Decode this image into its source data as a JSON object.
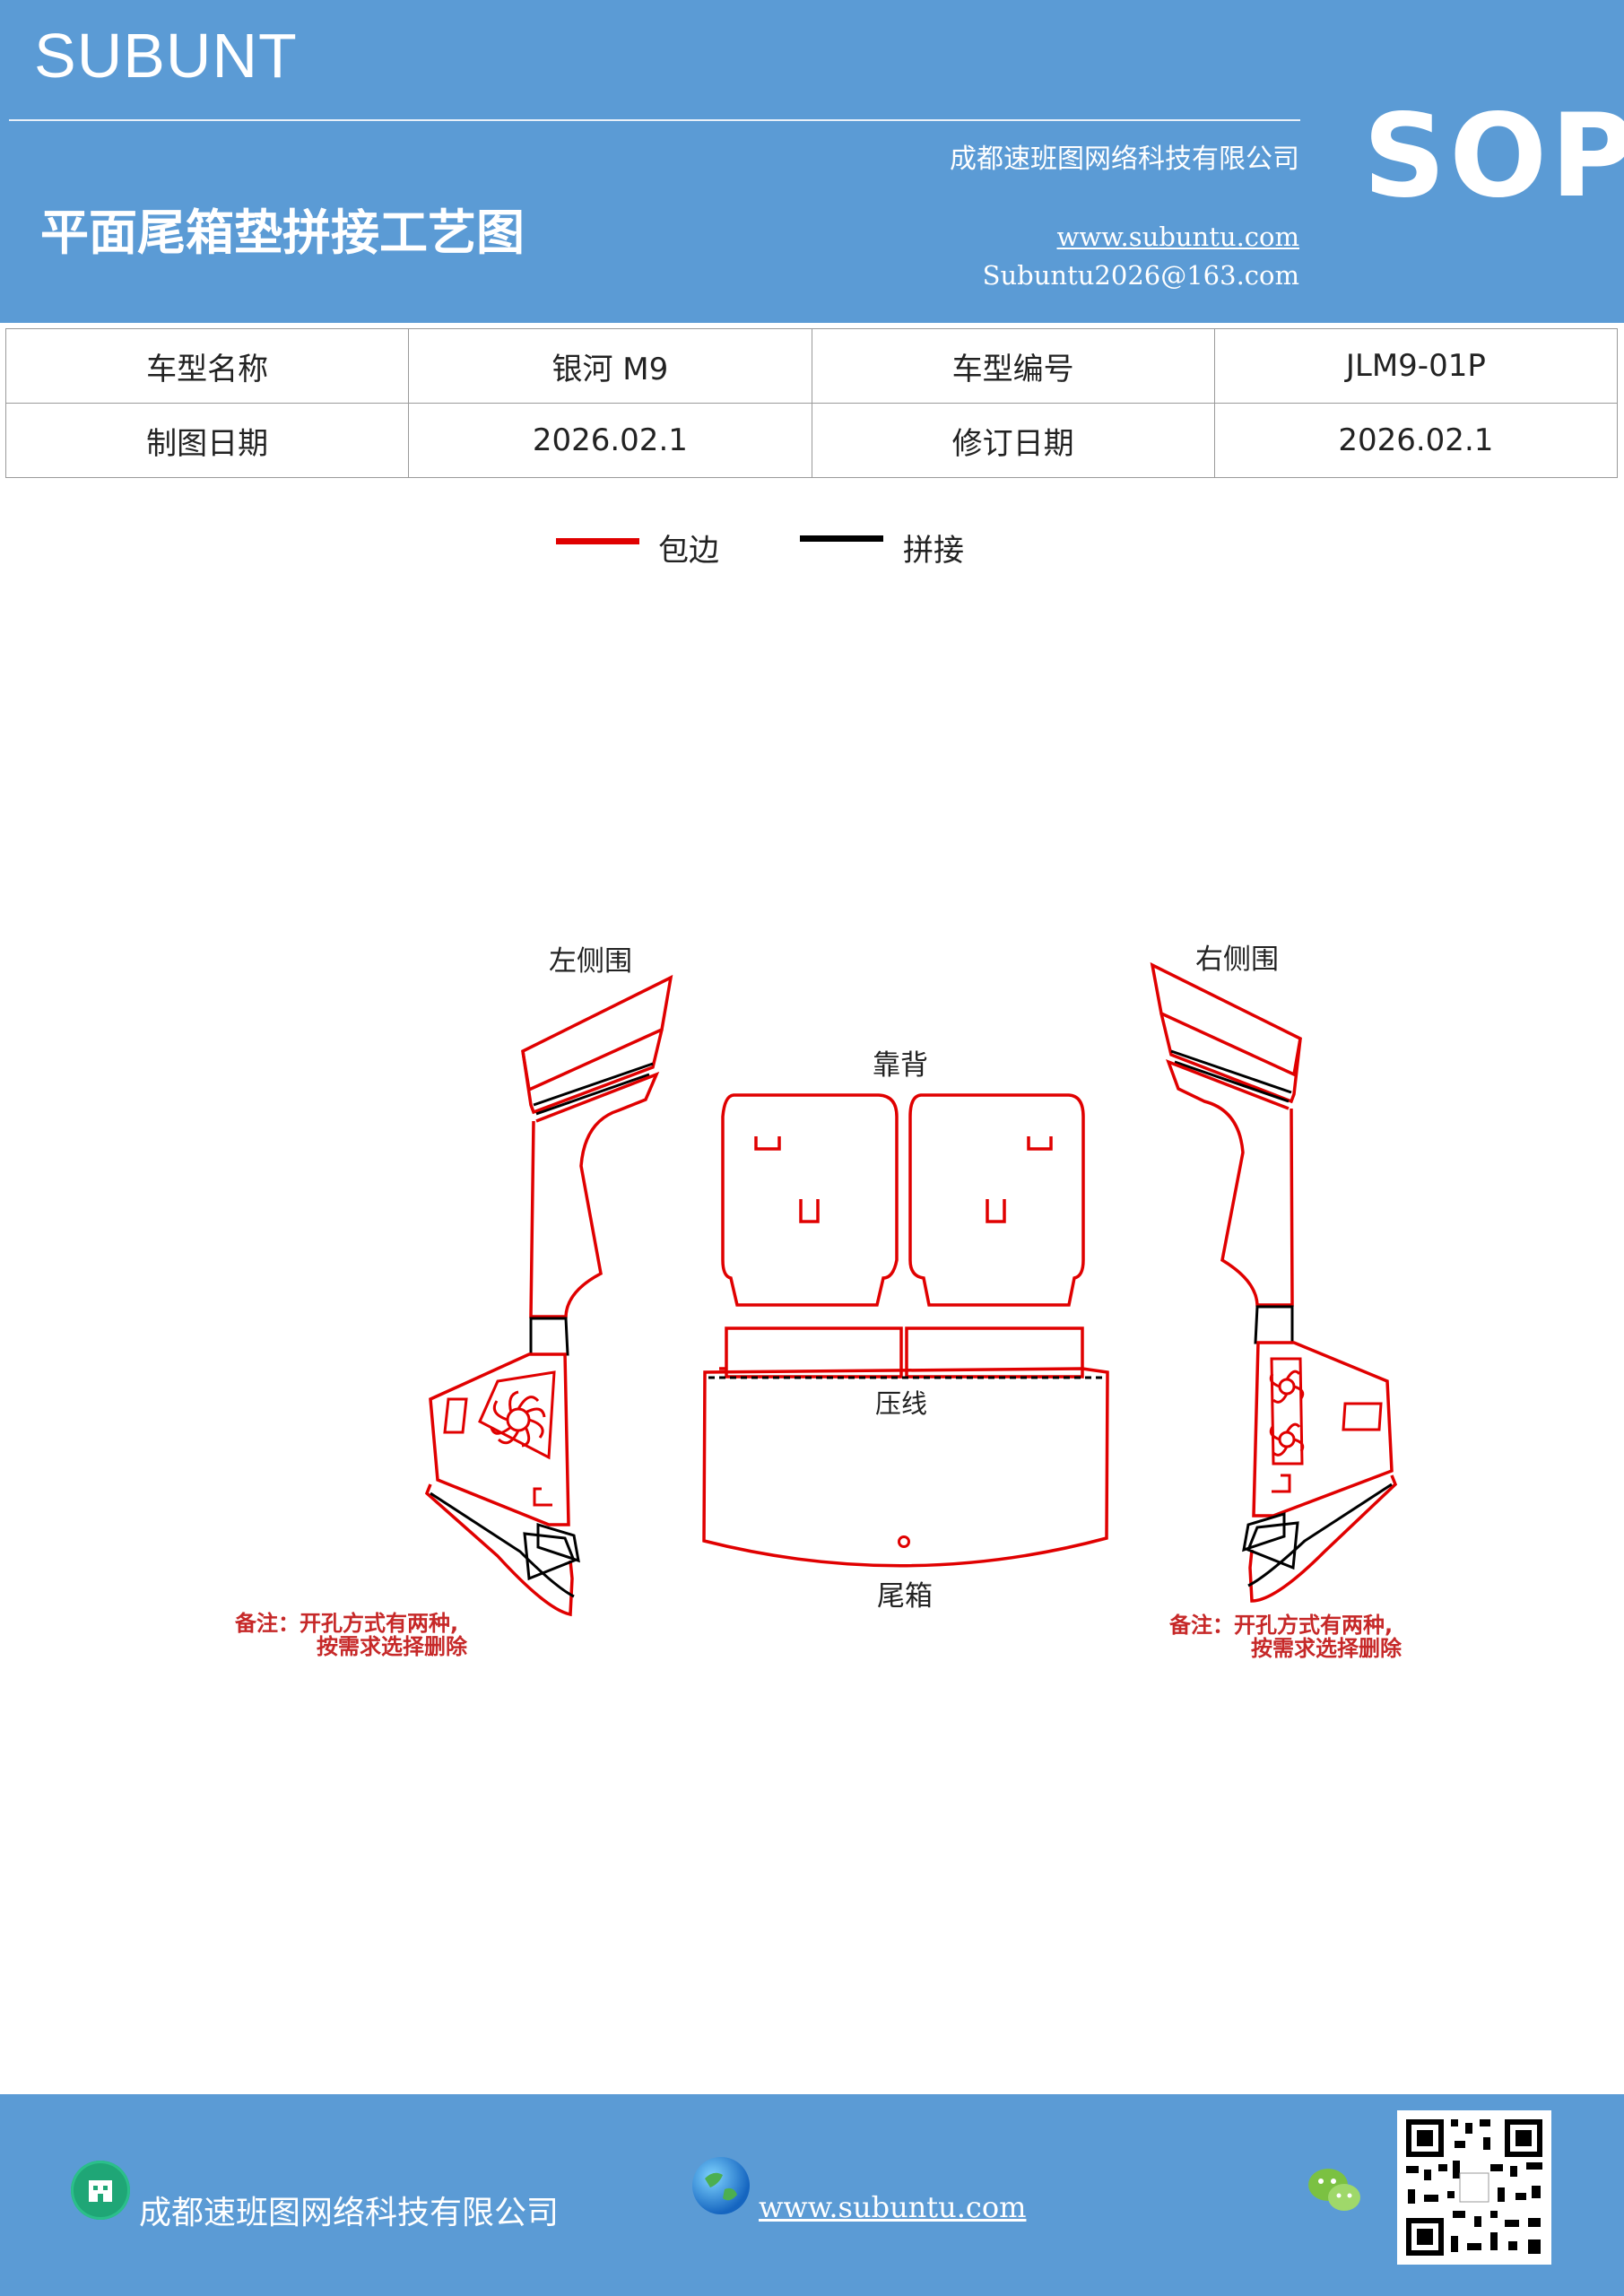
{
  "header": {
    "brand": "SUBUNT",
    "company": "成都速班图网络科技有限公司",
    "title": "平面尾箱垫拼接工艺图",
    "website": "www.subuntu.com",
    "email": "Subuntu2026@163.com",
    "badge": "SOP",
    "bg_color": "#5b9bd5"
  },
  "info_table": {
    "rows": [
      [
        "车型名称",
        "银河 M9",
        "车型编号",
        "JLM9-01P"
      ],
      [
        "制图日期",
        "2026.02.1",
        "修订日期",
        "2026.02.1"
      ]
    ]
  },
  "legend": [
    {
      "label": "包边",
      "color": "#e00000"
    },
    {
      "label": "拼接",
      "color": "#000000"
    }
  ],
  "diagram": {
    "labels": {
      "left_side": "左侧围",
      "right_side": "右侧围",
      "backrest": "靠背",
      "crease": "压线",
      "trunk": "尾箱"
    },
    "note_left": [
      "备注：开孔方式有两种,",
      "按需求选择删除"
    ],
    "note_right": [
      "备注：开孔方式有两种,",
      "按需求选择删除"
    ],
    "edge_color": "#e00000",
    "seam_color": "#000000"
  },
  "footer": {
    "company": "成都速班图网络科技有限公司",
    "website": "www.subuntu.com",
    "icons": [
      "building-icon",
      "globe-icon",
      "wechat-icon",
      "qr-code"
    ]
  }
}
